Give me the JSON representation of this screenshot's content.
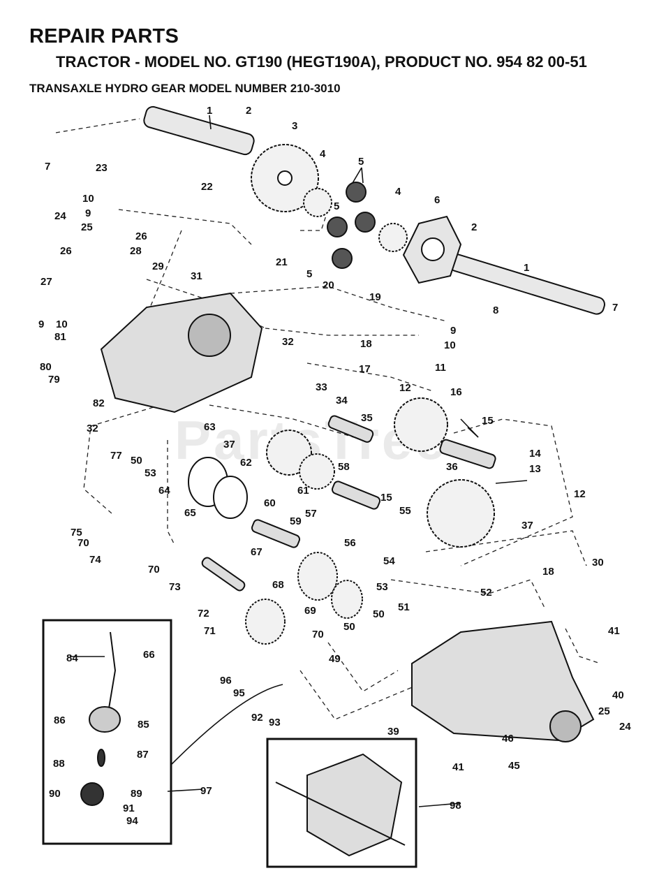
{
  "header": {
    "title": "REPAIR PARTS",
    "subtitle": "TRACTOR - MODEL NO. GT190 (HEGT190A), PRODUCT NO. 954 82 00-51",
    "transaxle": "TRANSAXLE HYDRO GEAR MODEL NUMBER 210-3010"
  },
  "watermark": "PartsTree",
  "callouts": [
    {
      "id": "c-1a",
      "label": "1"
    },
    {
      "id": "c-2a",
      "label": "2"
    },
    {
      "id": "c-3",
      "label": "3"
    },
    {
      "id": "c-4a",
      "label": "4"
    },
    {
      "id": "c-5a",
      "label": "5"
    },
    {
      "id": "c-7a",
      "label": "7"
    },
    {
      "id": "c-23",
      "label": "23"
    },
    {
      "id": "c-22",
      "label": "22"
    },
    {
      "id": "c-10a",
      "label": "10"
    },
    {
      "id": "c-9a",
      "label": "9"
    },
    {
      "id": "c-24a",
      "label": "24"
    },
    {
      "id": "c-25a",
      "label": "25"
    },
    {
      "id": "c-26a",
      "label": "26"
    },
    {
      "id": "c-5b",
      "label": "5"
    },
    {
      "id": "c-4b",
      "label": "4"
    },
    {
      "id": "c-6",
      "label": "6"
    },
    {
      "id": "c-2b",
      "label": "2"
    },
    {
      "id": "c-26b",
      "label": "26"
    },
    {
      "id": "c-28",
      "label": "28"
    },
    {
      "id": "c-29",
      "label": "29"
    },
    {
      "id": "c-31",
      "label": "31"
    },
    {
      "id": "c-21",
      "label": "21"
    },
    {
      "id": "c-5c",
      "label": "5"
    },
    {
      "id": "c-20",
      "label": "20"
    },
    {
      "id": "c-1b",
      "label": "1"
    },
    {
      "id": "c-27",
      "label": "27"
    },
    {
      "id": "c-8",
      "label": "8"
    },
    {
      "id": "c-9b",
      "label": "9"
    },
    {
      "id": "c-10b",
      "label": "10"
    },
    {
      "id": "c-19",
      "label": "19"
    },
    {
      "id": "c-7b",
      "label": "7"
    },
    {
      "id": "c-9c",
      "label": "9"
    },
    {
      "id": "c-10c",
      "label": "10"
    },
    {
      "id": "c-81",
      "label": "81"
    },
    {
      "id": "c-32a",
      "label": "32"
    },
    {
      "id": "c-18a",
      "label": "18"
    },
    {
      "id": "c-11",
      "label": "11"
    },
    {
      "id": "c-80",
      "label": "80"
    },
    {
      "id": "c-79",
      "label": "79"
    },
    {
      "id": "c-17",
      "label": "17"
    },
    {
      "id": "c-82",
      "label": "82"
    },
    {
      "id": "c-33",
      "label": "33"
    },
    {
      "id": "c-12a",
      "label": "12"
    },
    {
      "id": "c-16",
      "label": "16"
    },
    {
      "id": "c-34",
      "label": "34"
    },
    {
      "id": "c-32b",
      "label": "32"
    },
    {
      "id": "c-63",
      "label": "63"
    },
    {
      "id": "c-35",
      "label": "35"
    },
    {
      "id": "c-15a",
      "label": "15"
    },
    {
      "id": "c-37a",
      "label": "37"
    },
    {
      "id": "c-77",
      "label": "77"
    },
    {
      "id": "c-62",
      "label": "62"
    },
    {
      "id": "c-14",
      "label": "14"
    },
    {
      "id": "c-50a",
      "label": "50"
    },
    {
      "id": "c-58",
      "label": "58"
    },
    {
      "id": "c-36",
      "label": "36"
    },
    {
      "id": "c-53a",
      "label": "53"
    },
    {
      "id": "c-13",
      "label": "13"
    },
    {
      "id": "c-64",
      "label": "64"
    },
    {
      "id": "c-61",
      "label": "61"
    },
    {
      "id": "c-15b",
      "label": "15"
    },
    {
      "id": "c-12b",
      "label": "12"
    },
    {
      "id": "c-60",
      "label": "60"
    },
    {
      "id": "c-57",
      "label": "57"
    },
    {
      "id": "c-55",
      "label": "55"
    },
    {
      "id": "c-65",
      "label": "65"
    },
    {
      "id": "c-59",
      "label": "59"
    },
    {
      "id": "c-75",
      "label": "75"
    },
    {
      "id": "c-37b",
      "label": "37"
    },
    {
      "id": "c-70a",
      "label": "70"
    },
    {
      "id": "c-56",
      "label": "56"
    },
    {
      "id": "c-74",
      "label": "74"
    },
    {
      "id": "c-67",
      "label": "67"
    },
    {
      "id": "c-54",
      "label": "54"
    },
    {
      "id": "c-30",
      "label": "30"
    },
    {
      "id": "c-18b",
      "label": "18"
    },
    {
      "id": "c-70b",
      "label": "70"
    },
    {
      "id": "c-73",
      "label": "73"
    },
    {
      "id": "c-53b",
      "label": "53"
    },
    {
      "id": "c-68",
      "label": "68"
    },
    {
      "id": "c-52",
      "label": "52"
    },
    {
      "id": "c-72",
      "label": "72"
    },
    {
      "id": "c-51",
      "label": "51"
    },
    {
      "id": "c-69",
      "label": "69"
    },
    {
      "id": "c-50b",
      "label": "50"
    },
    {
      "id": "c-71",
      "label": "71"
    },
    {
      "id": "c-50c",
      "label": "50"
    },
    {
      "id": "c-70c",
      "label": "70"
    },
    {
      "id": "c-41a",
      "label": "41"
    },
    {
      "id": "c-84",
      "label": "84"
    },
    {
      "id": "c-66",
      "label": "66"
    },
    {
      "id": "c-49",
      "label": "49"
    },
    {
      "id": "c-96",
      "label": "96"
    },
    {
      "id": "c-40",
      "label": "40"
    },
    {
      "id": "c-95",
      "label": "95"
    },
    {
      "id": "c-86",
      "label": "86"
    },
    {
      "id": "c-85",
      "label": "85"
    },
    {
      "id": "c-92",
      "label": "92"
    },
    {
      "id": "c-93",
      "label": "93"
    },
    {
      "id": "c-25b",
      "label": "25"
    },
    {
      "id": "c-24b",
      "label": "24"
    },
    {
      "id": "c-39",
      "label": "39"
    },
    {
      "id": "c-46",
      "label": "46"
    },
    {
      "id": "c-87",
      "label": "87"
    },
    {
      "id": "c-88",
      "label": "88"
    },
    {
      "id": "c-41b",
      "label": "41"
    },
    {
      "id": "c-45",
      "label": "45"
    },
    {
      "id": "c-89",
      "label": "89"
    },
    {
      "id": "c-90",
      "label": "90"
    },
    {
      "id": "c-97",
      "label": "97"
    },
    {
      "id": "c-91",
      "label": "91"
    },
    {
      "id": "c-94",
      "label": "94"
    },
    {
      "id": "c-98",
      "label": "98"
    }
  ]
}
